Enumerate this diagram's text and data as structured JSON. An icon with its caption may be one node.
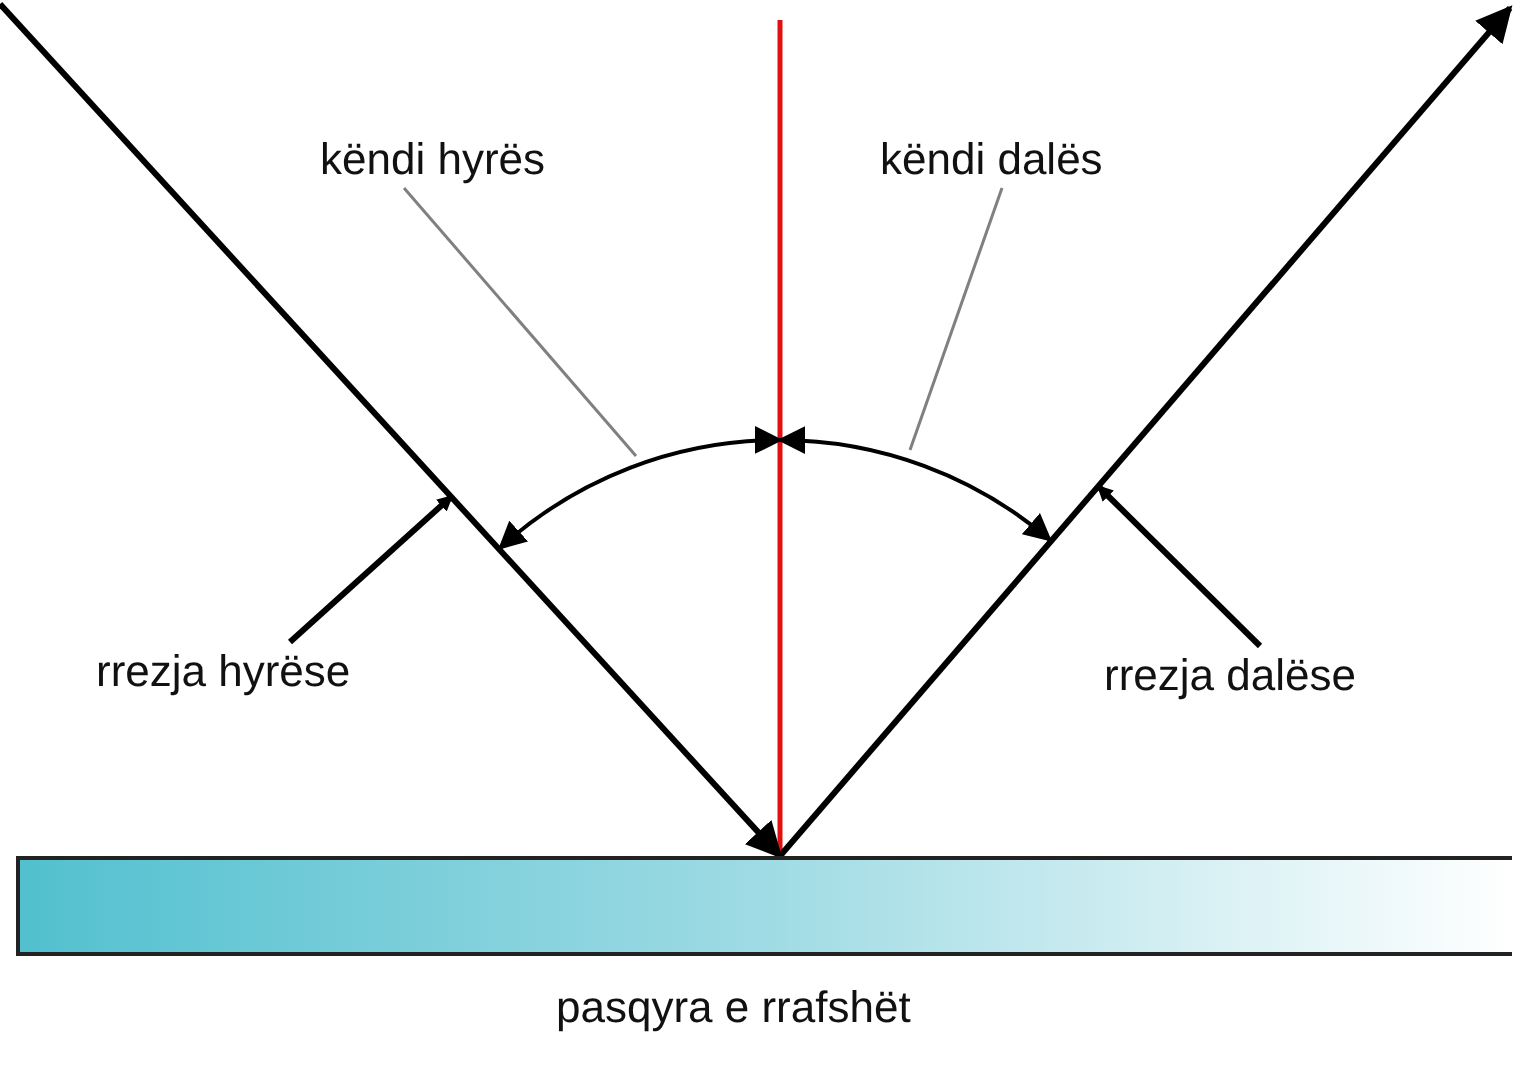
{
  "diagram": {
    "nodes": [
      {
        "text": [
          "këndi hyrës"
        ]
      },
      {
        "text": [
          "këndi dalës"
        ]
      },
      {
        "text": [
          "rrezja hyrëse"
        ]
      },
      {
        "text": [
          "rrezja dalëse"
        ]
      },
      {
        "text": [
          "pasqyra e rrafshët"
        ]
      }
    ],
    "edges": [
      {
        "from": null,
        "to": 4,
        "arrow": "to"
      },
      {
        "from": 4,
        "to": null,
        "arrow": "to"
      },
      {
        "from": 0,
        "to": null,
        "arrow": "none",
        "color": "#808080"
      },
      {
        "from": 1,
        "to": null,
        "arrow": "none",
        "color": "#808080"
      },
      {
        "from": 2,
        "to": null,
        "arrow": "to"
      },
      {
        "from": 3,
        "to": null,
        "arrow": "to"
      }
    ]
  }
}
